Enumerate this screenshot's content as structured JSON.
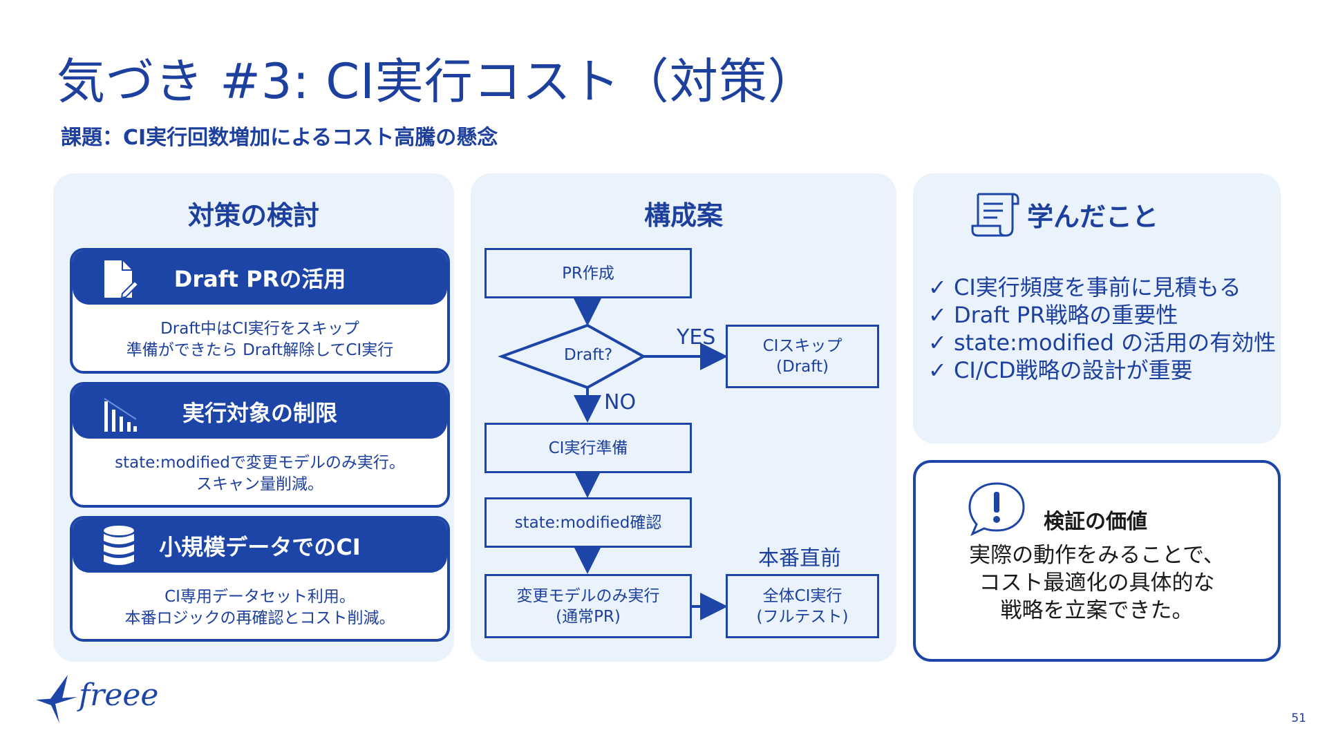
{
  "slide": {
    "title": "気づき #3: CI実行コスト（対策）",
    "subtitle": "課題：CI実行回数増加によるコスト高騰の懸念",
    "page_number": "51"
  },
  "measures": {
    "heading": "対策の検討",
    "cards": [
      {
        "title": "Draft PRの活用",
        "icon": "document-edit-icon",
        "lines": [
          "Draft中はCI実行をスキップ",
          "準備ができたら Draft解除してCI実行"
        ]
      },
      {
        "title": "実行対象の制限",
        "icon": "bar-chart-icon",
        "lines": [
          "state:modifiedで変更モデルのみ実行。",
          "スキャン量削減。"
        ]
      },
      {
        "title": "小規模データでのCI",
        "icon": "database-icon",
        "lines": [
          "CI専用データセット利用。",
          "本番ロジックの再確認とコスト削減。"
        ]
      }
    ]
  },
  "flowchart": {
    "heading": "構成案",
    "pr_create": "PR作成",
    "decision": "Draft?",
    "yes_label": "YES",
    "no_label": "NO",
    "ci_skip": "CIスキップ\n(Draft)",
    "ci_prepare": "CI実行準備",
    "state_check": "state:modified確認",
    "modified_only": "変更モデルのみ実行\n(通常PR)",
    "pre_prod_label": "本番直前",
    "full_ci": "全体CI実行\n(フルテスト)"
  },
  "learnings": {
    "heading": "学んだこと",
    "icon": "scroll-icon",
    "items": [
      "✓ CI実行頻度を事前に見積もる",
      "✓ Draft PR戦略の重要性",
      "✓ state:modified の活用の有効性",
      "✓ CI/CD戦略の設計が重要"
    ]
  },
  "value": {
    "heading": "検証の価値",
    "icon": "exclamation-bubble-icon",
    "lines": [
      "実際の動作をみることで、",
      "コスト最適化の具体的な",
      "戦略を立案できた。"
    ]
  },
  "logo": {
    "text": "freee",
    "icon": "bird-logo-icon"
  },
  "colors": {
    "primary": "#1d45a8",
    "panel_bg": "#eaf2fc",
    "text": "#1d3f9e"
  }
}
